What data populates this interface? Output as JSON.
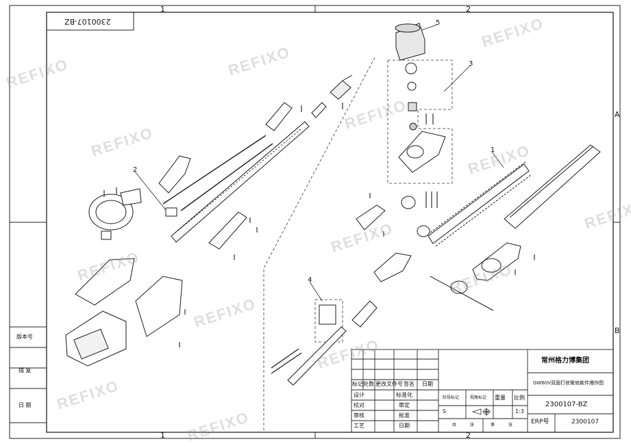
{
  "drawing_number_box": "2300107-BZ",
  "zones": {
    "top": [
      "1",
      "2"
    ],
    "bottom": [
      "1",
      "2"
    ],
    "right": [
      "A",
      "B"
    ]
  },
  "callouts": [
    "1",
    "2",
    "3",
    "4",
    "5"
  ],
  "watermark": "REFIXO",
  "left_side_labels": [
    "版本号",
    "描 复",
    "日 期"
  ],
  "title_block": {
    "company": "常州格力博集团",
    "part_name": "GW60V双面打修篱修款件爆炸图",
    "drawing_number": "2300107-BZ",
    "erp_label": "ERP号",
    "erp_value": "2300107",
    "revision_headers": [
      "标记",
      "处数",
      "更改文件号",
      "签名",
      "日期"
    ],
    "roles_left": [
      "设计",
      "校对",
      "审核",
      "工艺"
    ],
    "roles_right": [
      "标准化",
      "审定",
      "批准",
      "日期"
    ],
    "stage_label": "阶段标记",
    "projection_label": "视角标记",
    "weight_label": "重量",
    "scale_label": "比例",
    "stage_value": "S",
    "scale_value": "1:3",
    "sheets_total_label": "共",
    "sheets_label": "张",
    "sheet_no_label": "第",
    "sheet_no_suffix": "张"
  }
}
